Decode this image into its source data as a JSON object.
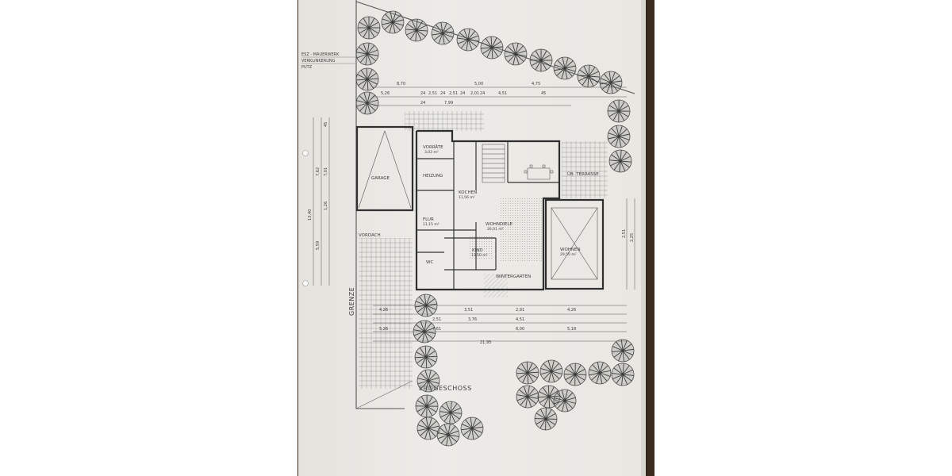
{
  "drawing": {
    "floor_title": "ERDGESCHOSS",
    "boundary_label": "GRENZE",
    "legend": [
      "ESZ - MAUERWERK",
      "VERKLINKERUNG",
      "PUTZ"
    ],
    "rooms": [
      {
        "id": "garage",
        "label": "GARAGE"
      },
      {
        "id": "vordach",
        "label": "VORDACH"
      },
      {
        "id": "vorrat",
        "label": "VORRÄTE",
        "area": "3,03 m²"
      },
      {
        "id": "heizung",
        "label": "HEIZUNG"
      },
      {
        "id": "kochen",
        "label": "KOCHEN",
        "area": "11,56 m²"
      },
      {
        "id": "wohnen",
        "label": "WOHNDIELE",
        "area": "26,01 m²"
      },
      {
        "id": "flur",
        "label": "FLUR",
        "area": "11,15 m²"
      },
      {
        "id": "kind",
        "label": "KIND",
        "area": "13,50 m²"
      },
      {
        "id": "wohnzimmer",
        "label": "WOHNEN",
        "area": "29,50 m²"
      },
      {
        "id": "wc",
        "label": "WC"
      },
      {
        "id": "terrasse",
        "label": "ÜB. TERRASSE"
      },
      {
        "id": "stuetze",
        "label": "WINTERGARTEN"
      }
    ],
    "dimensions_top": [
      "8,70",
      "5,00",
      "4,75",
      "5,26",
      "24",
      "2,51",
      "24",
      "2,51",
      "24",
      "2,01",
      "24",
      "4,51",
      "45",
      "24",
      "7,99"
    ],
    "dimensions_bottom": [
      "4,26",
      "3,51",
      "2,91",
      "4,26",
      "5,26",
      "7,61",
      "6,00",
      "5,18",
      "21,95",
      "2,51",
      "3,76",
      "4,51"
    ],
    "dimensions_left": [
      "13,40",
      "7,62",
      "7,01",
      "5,59",
      "45",
      "1,26"
    ],
    "dimensions_right": [
      "2,51",
      "2,25"
    ]
  }
}
